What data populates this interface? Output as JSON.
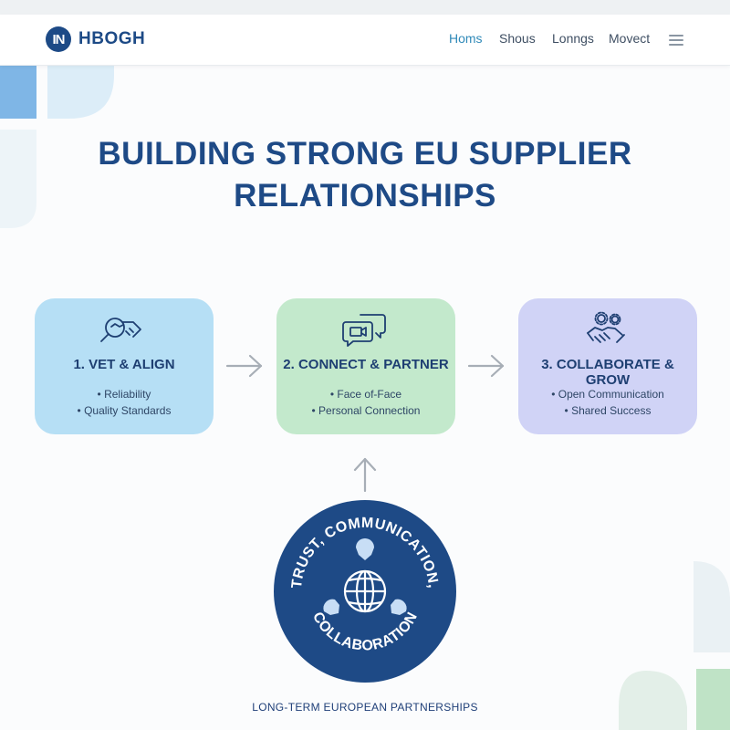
{
  "nav": {
    "logo_badge": "IN",
    "logo_text": "HBOGH",
    "items": [
      "Homs",
      "Shous",
      "Lonngs",
      "Movect"
    ]
  },
  "title": {
    "line1": "BUILDING STRONG EU SUPPLIER",
    "line2": "RELATIONSHIPS"
  },
  "steps": [
    {
      "title": "1. VET & ALIGN",
      "bullets": [
        "• Reliability",
        "• Quality Standards"
      ],
      "icon": "handshake-magnifier-icon"
    },
    {
      "title": "2. CONNECT & PARTNER",
      "bullets": [
        "• Face of-Face",
        "• Personal Connection"
      ],
      "icon": "video-chat-icon"
    },
    {
      "title": "3. COLLABORATE & GROW",
      "bullets": [
        "• Open Communication",
        "• Shared Success"
      ],
      "icon": "handshake-gears-icon"
    }
  ],
  "hub": {
    "top_text": "TRUST, COMMUNICATION,",
    "bottom_text": "COLLABORATION",
    "icon": "globe-icon"
  },
  "footer": "LONG-TERM EUROPEAN PARTNERSHIPS",
  "colors": {
    "brand": "#1d4a86",
    "card1": "#b6dff5",
    "card2": "#c3e9cc",
    "card3": "#d0d3f6",
    "nav_active": "#2f89b8"
  }
}
